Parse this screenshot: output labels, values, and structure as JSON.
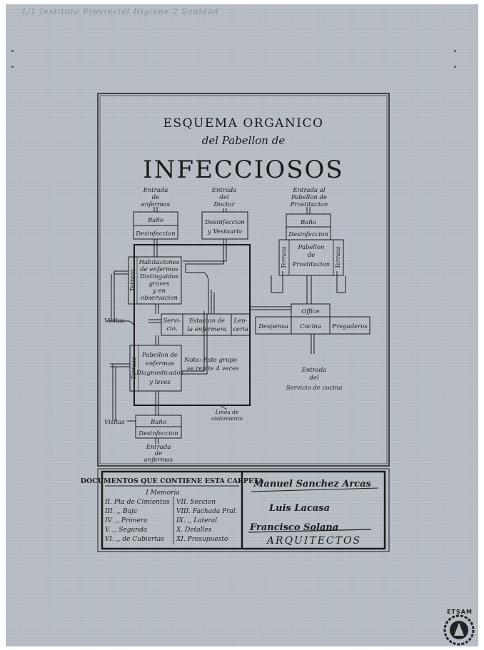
{
  "pencil_note": "1/1 Instituto Provincial Higiene 2 Sanidad",
  "title": {
    "line1": "ESQUEMA ORGANICO",
    "line2": "del Pabellon de",
    "line3": "INFECCIOSOS"
  },
  "entrances": {
    "enfermos_top": [
      "Entrada",
      "de",
      "enfermos"
    ],
    "doctor": [
      "Entrada",
      "del",
      "Doctor"
    ],
    "prostitucion": [
      "Entrada al",
      "Pabellon de",
      "Prostitucion"
    ],
    "servicio_cocina": [
      "Entrada",
      "del",
      "Servicio de cocina"
    ],
    "enfermos_bottom": [
      "Entrada",
      "de",
      "enfermos"
    ]
  },
  "rooms": {
    "bano_top": [
      "Baño",
      "Desinfeccion"
    ],
    "desinfeccion_vestuario": [
      "Desinfeccion",
      "y Vestuario"
    ],
    "bano_prost": "Baño",
    "desinfeccion_prost": "Desinfeccion",
    "pabellon_prost": [
      "Pabellon",
      "de",
      "Prostitucion"
    ],
    "terraza": "Terraza",
    "habitaciones": [
      "Habitaciones",
      "de enfermos",
      "Distinguidos",
      "graves",
      "y en",
      "observacion"
    ],
    "servicio": [
      "Servi-",
      "cio."
    ],
    "estacion": [
      "Estacion de",
      "la enfermera"
    ],
    "lenceria": [
      "Len-",
      "ceria"
    ],
    "office": "Office",
    "despensa": "Despensa",
    "cocina": "Cocina",
    "fregaderos": "Fregaderos",
    "pabellon_diag": [
      "Pabellon de",
      "enfermos",
      "Diagnosticados",
      "y leves"
    ],
    "bano_bottom": [
      "Baño",
      "Desinfeccion"
    ]
  },
  "labels": {
    "visitas": "Visitas",
    "nota": [
      "Nota:-Este grupo",
      "se repite 4 veces"
    ],
    "aislamiento": [
      "Linea de",
      "aislamiento"
    ]
  },
  "documents": {
    "heading": "DOCUMENTOS QUE CONTIENE ESTA CARPETA",
    "memoria": "I Memoria",
    "col1": [
      "II. Pta de Cimientos",
      "III. ,, Baja",
      "IV. ,, Primera",
      "V. ,, Segunda",
      "VI. ,, de Cubiertas"
    ],
    "col2": [
      "VII. Seccion",
      "VIII. Fachada Pral.",
      "IX. ,, Lateral",
      "X. Detalles",
      "XI. Presupuesto"
    ]
  },
  "signatures": {
    "names": [
      "Manuel Sanchez Arcas",
      "Luis Lacasa",
      "Francisco Solana"
    ],
    "footer": "ARQUITECTOS"
  },
  "logo_text": "ETSAM",
  "colors": {
    "paper": "#b7bdc5",
    "ink": "#1a1a1a"
  }
}
